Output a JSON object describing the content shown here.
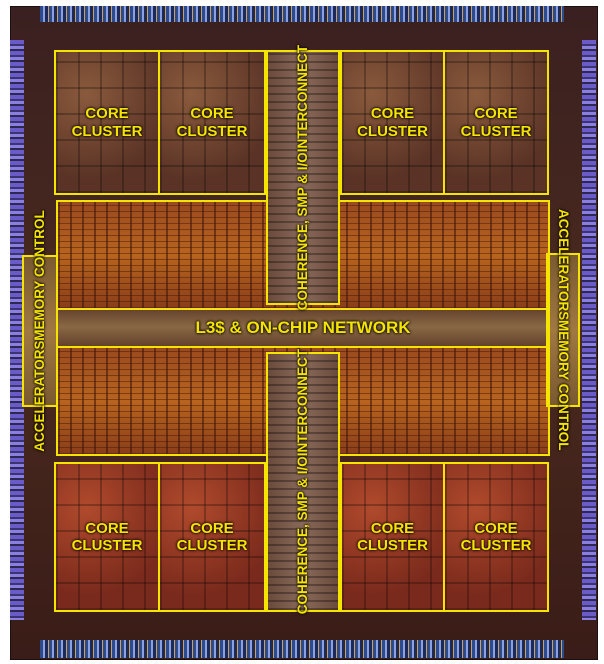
{
  "core_clusters": [
    {
      "line1": "CORE",
      "line2": "CLUSTER"
    },
    {
      "line1": "CORE",
      "line2": "CLUSTER"
    },
    {
      "line1": "CORE",
      "line2": "CLUSTER"
    },
    {
      "line1": "CORE",
      "line2": "CLUSTER"
    },
    {
      "line1": "CORE",
      "line2": "CLUSTER"
    },
    {
      "line1": "CORE",
      "line2": "CLUSTER"
    },
    {
      "line1": "CORE",
      "line2": "CLUSTER"
    },
    {
      "line1": "CORE",
      "line2": "CLUSTER"
    }
  ],
  "interconnect": {
    "line1": "COHERENCE, SMP & I/O",
    "line2": "INTERCONNECT"
  },
  "l3_network": "L3$ & ON-CHIP NETWORK",
  "accelerators": {
    "line1": "ACCELERATORS",
    "line2": "MEMORY CONTROL"
  },
  "colors": {
    "outline": "#f5e400",
    "label": "#f5e400"
  }
}
